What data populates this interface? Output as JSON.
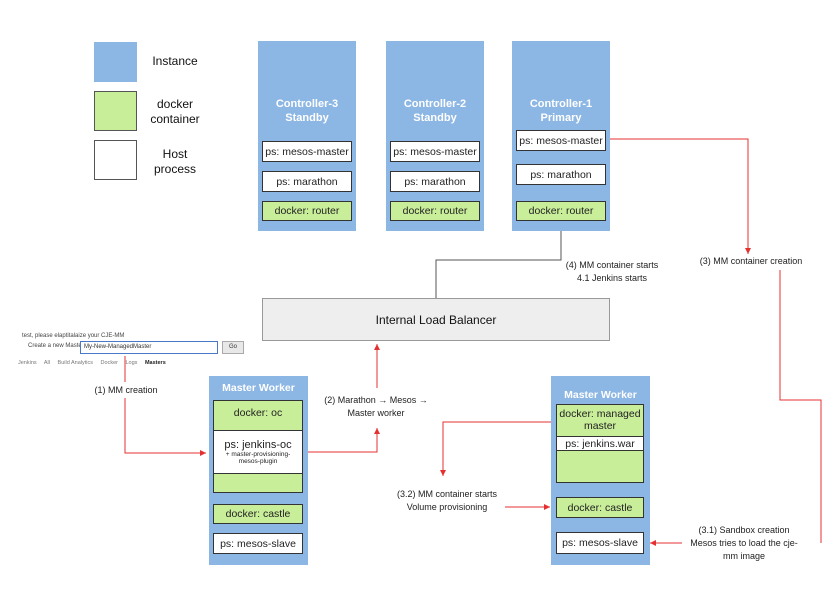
{
  "legend": {
    "instance": "Instance",
    "docker_line1": "docker",
    "docker_line2": "container",
    "host_line1": "Host",
    "host_line2": "process"
  },
  "controllers": {
    "c3": {
      "title_line1": "Controller-3",
      "title_line2": "Standby",
      "proc1": "ps: mesos-master",
      "proc2": "ps: marathon",
      "docker": "docker: router"
    },
    "c2": {
      "title_line1": "Controller-2",
      "title_line2": "Standby",
      "proc1": "ps: mesos-master",
      "proc2": "ps: marathon",
      "docker": "docker: router"
    },
    "c1": {
      "title_line1": "Controller-1",
      "title_line2": "Primary",
      "proc1": "ps: mesos-master",
      "proc2": "ps: marathon",
      "docker": "docker: router"
    }
  },
  "load_balancer": "Internal Load Balancer",
  "ui_snippet": {
    "line1": "test, please elaptitalaize your CJE-MM",
    "line2": "Create a new Master",
    "input_value": "My-New-ManagedMaster",
    "go_button": "Go",
    "tabs": [
      "Jenkins",
      "All",
      "Build Analytics",
      "Docker",
      "Logs",
      "Masters"
    ]
  },
  "worker_left": {
    "title": "Master Worker",
    "docker_oc": "docker: oc",
    "ps_jenkins_oc": "ps: jenkins-oc",
    "plugin_line1": "+ master-provisioning-",
    "plugin_line2": "mesos-plugin",
    "docker_castle": "docker: castle",
    "ps_mesos_slave": "ps: mesos-slave"
  },
  "worker_right": {
    "title": "Master Worker",
    "docker_mm_line1": "docker: managed",
    "docker_mm_line2": "master",
    "ps_jenkins_war": "ps: jenkins.war",
    "docker_castle": "docker: castle",
    "ps_mesos_slave": "ps: mesos-slave"
  },
  "notes": {
    "mm_creation": "(1) MM creation",
    "marathon_line1": "(2) Marathon → Mesos →",
    "marathon_line2": "Master worker",
    "mm_container_creation": "(3) MM container creation",
    "starts_line1": "(4) MM container starts",
    "starts_line2": "4.1 Jenkins starts",
    "vol_line1": "(3.2) MM container starts",
    "vol_line2": "Volume provisioning",
    "sandbox_line1": "(3.1) Sandbox creation",
    "sandbox_line2": "Mesos tries to load the cje-",
    "sandbox_line3": "mm image"
  },
  "colors": {
    "instance": "#8cb6e3",
    "docker": "#c9ee9a",
    "arrow": "#e53030",
    "line_gray": "#555555"
  }
}
